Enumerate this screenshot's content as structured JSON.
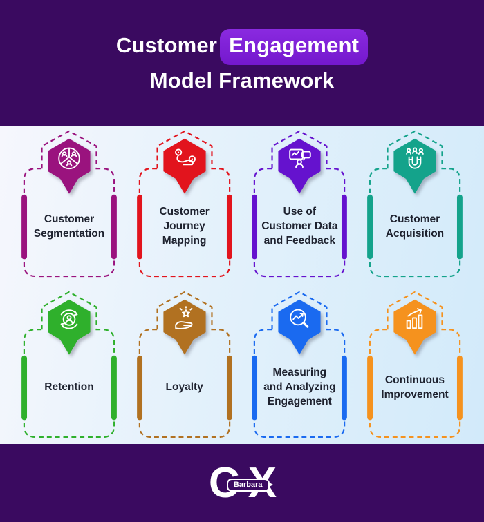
{
  "header": {
    "title_word": "Customer",
    "title_highlight": "Engagement",
    "title_line2": "Model Framework",
    "highlight_color": "#7B1FD6",
    "background_color": "#3A0A60"
  },
  "cards": [
    {
      "label": "Customer\nSegmentation",
      "color": "#9A137E",
      "icon": "segmentation-icon"
    },
    {
      "label": "Customer\nJourney\nMapping",
      "color": "#E2141D",
      "icon": "journey-mapping-icon"
    },
    {
      "label": "Use of\nCustomer Data\nand Feedback",
      "color": "#6512CE",
      "icon": "data-feedback-icon"
    },
    {
      "label": "Customer\nAcquisition",
      "color": "#14A38B",
      "icon": "acquisition-magnet-icon"
    },
    {
      "label": "Retention",
      "color": "#2FB02C",
      "icon": "retention-icon"
    },
    {
      "label": "Loyalty",
      "color": "#B17121",
      "icon": "loyalty-icon"
    },
    {
      "label": "Measuring\nand Analyzing\nEngagement",
      "color": "#1A6AF0",
      "icon": "measuring-icon"
    },
    {
      "label": "Continuous\nImprovement",
      "color": "#F5921E",
      "icon": "improvement-icon"
    }
  ],
  "footer": {
    "logo_letter_c": "C",
    "logo_letter_x": "X",
    "logo_bubble": "Barbara"
  }
}
